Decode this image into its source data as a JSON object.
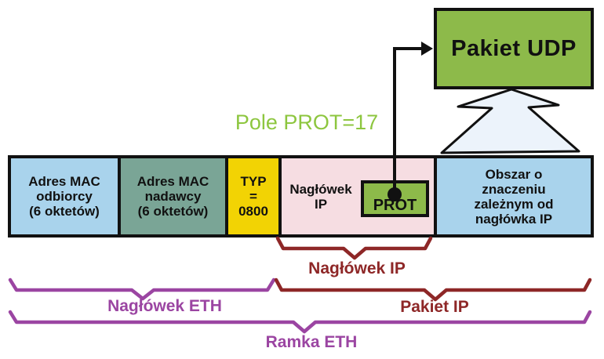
{
  "note": {
    "label": "Pole PROT=17"
  },
  "udp_box": {
    "label": "Pakiet UDP"
  },
  "frame": {
    "mac_dst": [
      "Adres MAC",
      "odbiorcy",
      "(6 oktetów)"
    ],
    "mac_src": [
      "Adres MAC",
      "nadawcy",
      "(6 oktetów)"
    ],
    "type": [
      "TYP",
      "=",
      "0800"
    ],
    "ip_header": [
      "Nagłówek",
      "IP"
    ],
    "prot_label": "PROT",
    "payload": [
      "Obszar o",
      "znaczeniu",
      "zależnym od",
      "nagłówka IP"
    ]
  },
  "braces": {
    "ip_header": "Nagłówek IP",
    "eth_header": "Nagłówek ETH",
    "ip_packet": "Pakiet IP",
    "eth_frame": "Ramka ETH"
  },
  "colors": {
    "cell_blue": "#a9d3ec",
    "cell_teal": "#7aa596",
    "cell_yellow": "#f2d304",
    "cell_pink": "#f6dde2",
    "green_box": "#8dba4a",
    "note_green": "#8dc63f",
    "brace_red": "#8e2727",
    "brace_purple": "#9b45a2",
    "block_arrow_fill": "#ecf3fb",
    "outline_black": "#111111"
  }
}
